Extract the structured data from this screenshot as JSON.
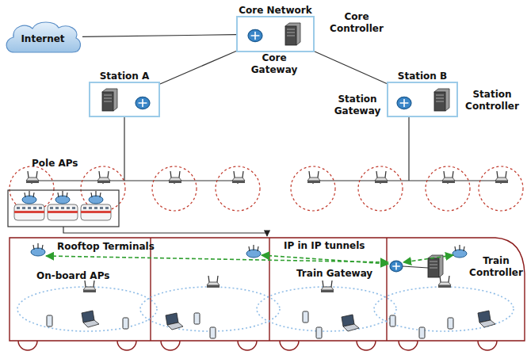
{
  "diagram": {
    "nodes": [
      {
        "text": [
          "Internet"
        ]
      },
      {
        "text": [
          "Core Network"
        ]
      },
      {
        "text": [
          "Station A"
        ]
      },
      {
        "text": [
          "Station B"
        ]
      }
    ],
    "edges": [
      {
        "from": 0,
        "to": 1,
        "arrow": "none"
      },
      {
        "from": 1,
        "to": 2,
        "arrow": "none"
      },
      {
        "from": 1,
        "to": 3,
        "arrow": "none"
      }
    ],
    "labels": [
      "Core Controller",
      "Core Gateway",
      "Station Gateway",
      "Station Controller",
      "Pole APs",
      "Rooftop Terminals",
      "IP in IP tunnels",
      "On-board APs",
      "Train Gateway",
      "Train Controller"
    ]
  }
}
